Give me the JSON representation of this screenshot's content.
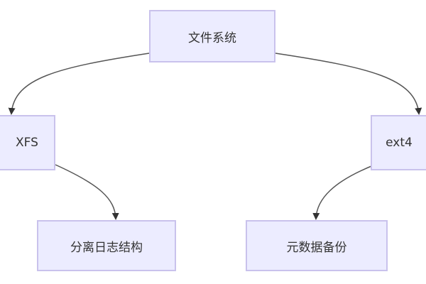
{
  "nodes": {
    "root": "文件系统",
    "xfs": "XFS",
    "ext4": "ext4",
    "xfs_child": "分离日志结构",
    "ext4_child": "元数据备份"
  },
  "colors": {
    "fill": "#ececff",
    "stroke": "#c9c2ec",
    "edge": "#555555"
  }
}
